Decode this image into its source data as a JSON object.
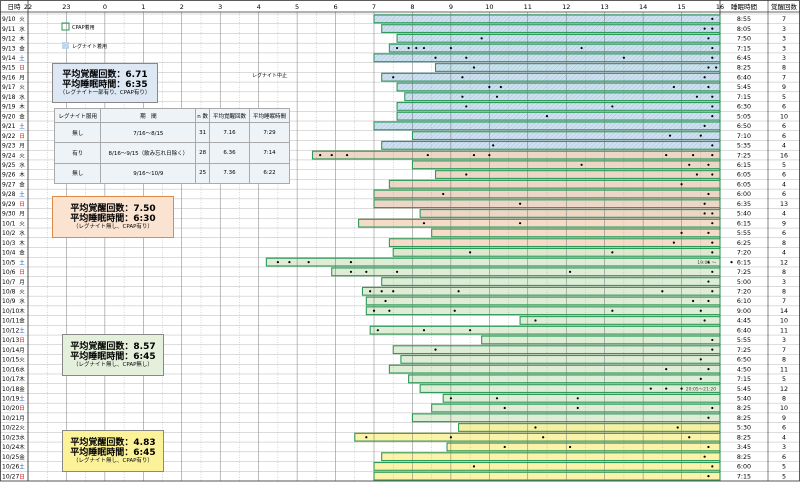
{
  "chart_data": {
    "type": "table",
    "header": {
      "date_col": "日時",
      "sleep_col": "睡眠時間",
      "wake_col": "覚醒回数"
    },
    "hour_labels": [
      "22",
      "23",
      "0",
      "1",
      "2",
      "3",
      "4",
      "5",
      "6",
      "7",
      "8",
      "9",
      "10",
      "11",
      "12",
      "13",
      "14",
      "15",
      "16"
    ],
    "legend": {
      "cpap": "CPAP着用",
      "lagnite": "レグナイト着用"
    },
    "note_lagnite_stop": "レグナイト中止",
    "note_1005": "19:05 ～",
    "note_1018": "20:05～21:20",
    "rows": [
      {
        "date": "9/10",
        "dow": "火",
        "start": 7.0,
        "end": 16.0,
        "wake_times": [
          15.8
        ],
        "sleep": "8:55",
        "wakes": "7"
      },
      {
        "date": "9/11",
        "dow": "水",
        "start": 7.2,
        "end": 16.0,
        "wake_times": [
          15.6,
          15.8
        ],
        "sleep": "8:05",
        "wakes": "3"
      },
      {
        "date": "9/12",
        "dow": "木",
        "start": 7.6,
        "end": 16.0,
        "wake_times": [
          9.8,
          15.7
        ],
        "sleep": "7:50",
        "wakes": "3"
      },
      {
        "date": "9/13",
        "dow": "金",
        "start": 7.4,
        "end": 16.0,
        "wake_times": [
          7.6,
          7.9,
          8.1,
          8.3,
          9.0,
          12.4,
          15.8
        ],
        "sleep": "7:15",
        "wakes": "3"
      },
      {
        "date": "9/14",
        "dow": "土",
        "start": 7.0,
        "end": 16.0,
        "wake_times": [
          8.6,
          9.4,
          13.5,
          15.8
        ],
        "sleep": "6:45",
        "wakes": "3"
      },
      {
        "date": "9/15",
        "dow": "日",
        "start": 8.6,
        "end": 16.0,
        "wake_times": [
          9.6,
          15.7,
          15.9
        ],
        "sleep": "8:25",
        "wakes": "8"
      },
      {
        "date": "9/16",
        "dow": "月",
        "start": 7.2,
        "end": 16.0,
        "wake_times": [
          7.5,
          9.3,
          15.6
        ],
        "sleep": "6:40",
        "wakes": "7"
      },
      {
        "date": "9/17",
        "dow": "火",
        "start": 7.6,
        "end": 16.0,
        "wake_times": [
          10.0,
          10.3,
          14.8,
          15.7
        ],
        "sleep": "5:45",
        "wakes": "9"
      },
      {
        "date": "9/18",
        "dow": "水",
        "start": 7.8,
        "end": 16.0,
        "wake_times": [
          9.3,
          10.2,
          15.4,
          15.8
        ],
        "sleep": "7:15",
        "wakes": "5"
      },
      {
        "date": "9/19",
        "dow": "木",
        "start": 7.6,
        "end": 16.0,
        "wake_times": [
          9.4,
          13.2,
          15.8
        ],
        "sleep": "6:30",
        "wakes": "6"
      },
      {
        "date": "9/20",
        "dow": "金",
        "start": 7.6,
        "end": 16.0,
        "wake_times": [
          11.5,
          15.8
        ],
        "sleep": "5:05",
        "wakes": "10"
      },
      {
        "date": "9/21",
        "dow": "土",
        "start": 7.0,
        "end": 16.0,
        "wake_times": [
          15.6
        ],
        "sleep": "6:50",
        "wakes": "6"
      },
      {
        "date": "9/22",
        "dow": "日",
        "start": 8.0,
        "end": 16.0,
        "wake_times": [
          14.7,
          15.5
        ],
        "sleep": "7:10",
        "wakes": "6"
      },
      {
        "date": "9/23",
        "dow": "月",
        "start": 7.2,
        "end": 16.0,
        "wake_times": [
          10.1,
          15.8
        ],
        "sleep": "5:35",
        "wakes": "4"
      },
      {
        "date": "9/24",
        "dow": "火",
        "start": 5.4,
        "end": 16.0,
        "wake_times": [
          5.6,
          5.9,
          6.3,
          8.4,
          9.6,
          10.0,
          14.6,
          15.3,
          15.8
        ],
        "sleep": "7:25",
        "wakes": "16"
      },
      {
        "date": "9/25",
        "dow": "水",
        "start": 8.0,
        "end": 16.0,
        "wake_times": [
          12.4,
          15.2,
          15.7
        ],
        "sleep": "6:15",
        "wakes": "5"
      },
      {
        "date": "9/26",
        "dow": "木",
        "start": 8.6,
        "end": 16.0,
        "wake_times": [
          9.4,
          15.4,
          15.8
        ],
        "sleep": "6:05",
        "wakes": "6"
      },
      {
        "date": "9/27",
        "dow": "金",
        "start": 7.4,
        "end": 16.0,
        "wake_times": [
          15.0
        ],
        "sleep": "6:05",
        "wakes": "4"
      },
      {
        "date": "9/28",
        "dow": "土",
        "start": 7.0,
        "end": 16.0,
        "wake_times": [
          8.8,
          15.7
        ],
        "sleep": "6:00",
        "wakes": "6"
      },
      {
        "date": "9/29",
        "dow": "日",
        "start": 7.0,
        "end": 16.0,
        "wake_times": [
          10.8,
          15.6
        ],
        "sleep": "6:35",
        "wakes": "13"
      },
      {
        "date": "9/30",
        "dow": "月",
        "start": 8.2,
        "end": 16.0,
        "wake_times": [
          15.6,
          15.8
        ],
        "sleep": "5:40",
        "wakes": "4"
      },
      {
        "date": "10/1",
        "dow": "火",
        "start": 6.6,
        "end": 16.0,
        "wake_times": [
          8.3,
          10.8,
          15.8
        ],
        "sleep": "6:15",
        "wakes": "9"
      },
      {
        "date": "10/2",
        "dow": "水",
        "start": 8.5,
        "end": 16.0,
        "wake_times": [
          15.0,
          15.7
        ],
        "sleep": "5:55",
        "wakes": "6"
      },
      {
        "date": "10/3",
        "dow": "木",
        "start": 7.4,
        "end": 16.0,
        "wake_times": [
          14.8,
          15.8
        ],
        "sleep": "6:25",
        "wakes": "8"
      },
      {
        "date": "10/4",
        "dow": "金",
        "start": 7.5,
        "end": 16.0,
        "wake_times": [
          9.5,
          13.2,
          15.8
        ],
        "sleep": "7:20",
        "wakes": "4"
      },
      {
        "date": "10/5",
        "dow": "土",
        "start": 4.2,
        "end": 16.0,
        "wake_times": [
          4.5,
          4.8,
          5.3,
          6.4,
          15.7,
          16.3
        ],
        "sleep": "6:15",
        "wakes": "12"
      },
      {
        "date": "10/6",
        "dow": "日",
        "start": 5.9,
        "end": 16.0,
        "wake_times": [
          6.4,
          6.8,
          7.6,
          12.1,
          15.8
        ],
        "sleep": "7:25",
        "wakes": "8"
      },
      {
        "date": "10/7",
        "dow": "月",
        "start": 7.2,
        "end": 16.0,
        "wake_times": [
          15.7
        ],
        "sleep": "5:00",
        "wakes": "3"
      },
      {
        "date": "10/8",
        "dow": "火",
        "start": 6.7,
        "end": 16.0,
        "wake_times": [
          6.9,
          7.2,
          7.5,
          9.2,
          14.5,
          15.8
        ],
        "sleep": "7:20",
        "wakes": "8"
      },
      {
        "date": "10/9",
        "dow": "水",
        "start": 6.8,
        "end": 16.0,
        "wake_times": [
          7.3,
          15.3,
          15.7
        ],
        "sleep": "6:10",
        "wakes": "7"
      },
      {
        "date": "10/10",
        "dow": "木",
        "start": 6.8,
        "end": 16.0,
        "wake_times": [
          7.0,
          7.4,
          9.1,
          13.2,
          15.5
        ],
        "sleep": "9:00",
        "wakes": "14"
      },
      {
        "date": "10/11",
        "dow": "金",
        "start": 10.8,
        "end": 16.0,
        "wake_times": [
          11.2,
          15.6
        ],
        "sleep": "4:45",
        "wakes": "10"
      },
      {
        "date": "10/12",
        "dow": "土",
        "start": 6.9,
        "end": 16.0,
        "wake_times": [
          7.1,
          8.3,
          9.5
        ],
        "sleep": "6:40",
        "wakes": "11"
      },
      {
        "date": "10/13",
        "dow": "日",
        "start": 9.8,
        "end": 16.0,
        "wake_times": [
          15.8
        ],
        "sleep": "5:55",
        "wakes": "3"
      },
      {
        "date": "10/14",
        "dow": "月",
        "start": 7.5,
        "end": 16.0,
        "wake_times": [
          8.6,
          15.8
        ],
        "sleep": "7:25",
        "wakes": "7"
      },
      {
        "date": "10/15",
        "dow": "火",
        "start": 7.7,
        "end": 16.0,
        "wake_times": [
          15.5
        ],
        "sleep": "6:50",
        "wakes": "8"
      },
      {
        "date": "10/16",
        "dow": "水",
        "start": 7.4,
        "end": 16.0,
        "wake_times": [
          14.6,
          15.7
        ],
        "sleep": "4:50",
        "wakes": "11"
      },
      {
        "date": "10/17",
        "dow": "木",
        "start": 7.9,
        "end": 16.0,
        "wake_times": [
          15.5
        ],
        "sleep": "7:15",
        "wakes": "5"
      },
      {
        "date": "10/18",
        "dow": "金",
        "start": 8.2,
        "end": 16.0,
        "wake_times": [
          14.2,
          14.6,
          15.0
        ],
        "sleep": "5:45",
        "wakes": "12"
      },
      {
        "date": "10/19",
        "dow": "土",
        "start": 8.8,
        "end": 16.0,
        "wake_times": [
          9.0,
          10.2,
          12.3
        ],
        "sleep": "5:40",
        "wakes": "8"
      },
      {
        "date": "10/20",
        "dow": "日",
        "start": 8.5,
        "end": 16.0,
        "wake_times": [
          10.4,
          12.3,
          15.8
        ],
        "sleep": "8:25",
        "wakes": "10"
      },
      {
        "date": "10/21",
        "dow": "月",
        "start": 8.0,
        "end": 16.0,
        "wake_times": [
          15.7
        ],
        "sleep": "8:25",
        "wakes": "9"
      },
      {
        "date": "10/22",
        "dow": "火",
        "start": 9.2,
        "end": 16.0,
        "wake_times": [
          11.2,
          14.9
        ],
        "sleep": "5:30",
        "wakes": "6"
      },
      {
        "date": "10/23",
        "dow": "水",
        "start": 6.5,
        "end": 16.0,
        "wake_times": [
          6.8,
          9.0,
          11.4,
          15.2
        ],
        "sleep": "8:25",
        "wakes": "4"
      },
      {
        "date": "10/24",
        "dow": "木",
        "start": 8.9,
        "end": 16.0,
        "wake_times": [
          10.4,
          12.1,
          15.7
        ],
        "sleep": "3:45",
        "wakes": "3"
      },
      {
        "date": "10/25",
        "dow": "金",
        "start": 7.2,
        "end": 16.0,
        "wake_times": [
          15.6
        ],
        "sleep": "8:25",
        "wakes": "6"
      },
      {
        "date": "10/26",
        "dow": "土",
        "start": 7.0,
        "end": 16.0,
        "wake_times": [
          9.6,
          15.8
        ],
        "sleep": "6:00",
        "wakes": "5"
      },
      {
        "date": "10/27",
        "dow": "日",
        "start": 7.0,
        "end": 16.0,
        "wake_times": [
          15.7
        ],
        "sleep": "7:15",
        "wakes": "5"
      }
    ],
    "periods": [
      {
        "from_row": 0,
        "to_row": 20,
        "color": "#c7dbef",
        "hatch": true
      },
      {
        "from_row": 14,
        "to_row": 24,
        "color": "#f5d5c0",
        "hatch": false
      },
      {
        "from_row": 24,
        "to_row": 42,
        "color": "#d9ead0",
        "hatch": false
      },
      {
        "from_row": 42,
        "to_row": 47,
        "color": "#fbf09a",
        "hatch": false
      }
    ],
    "summaries": [
      {
        "line1": "平均覚醒回数：6.71",
        "line2": "平均睡眠時間：6:35",
        "line3": "（レグナイト一部有り、CPAP有り）",
        "bg": "#dde8f4"
      },
      {
        "line1": "平均覚醒回数：7.50",
        "line2": "平均睡眠時間：6:30",
        "line3": "（レグナイト無し、CPAP有り）",
        "bg": "#fbe3d2"
      },
      {
        "line1": "平均覚醒回数：8.57",
        "line2": "平均睡眠時間：6:45",
        "line3": "（レグナイト無し、CPAP無し）",
        "bg": "#e4f0dc"
      },
      {
        "line1": "平均覚醒回数：4.83",
        "line2": "平均睡眠時間：6:45",
        "line3": "（レグナイト無し、CPAP有り）",
        "bg": "#fcf29a"
      }
    ],
    "comparison_table": {
      "headers": [
        "レグナイト服用",
        "期　間",
        "n 数",
        "平均覚醒回数",
        "平均睡眠時間"
      ],
      "rows": [
        [
          "無し",
          "7/16～8/15",
          "31",
          "7.16",
          "7:29"
        ],
        [
          "有り",
          "8/16～9/15（飲み忘れ日除く）",
          "28",
          "6.36",
          "7:14"
        ],
        [
          "無し",
          "9/16～10/9",
          "25",
          "7.36",
          "6:22"
        ]
      ]
    }
  }
}
